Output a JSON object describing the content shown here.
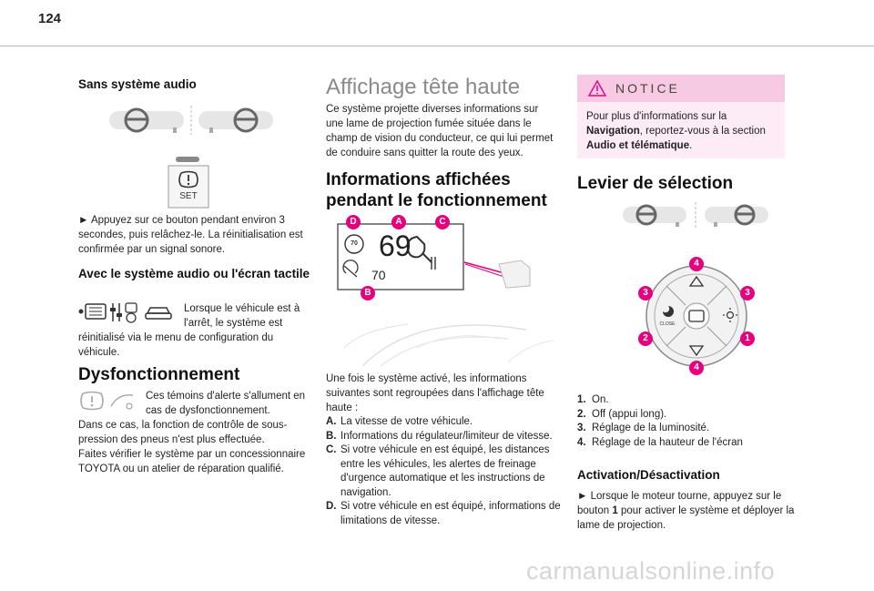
{
  "page": {
    "number": "124",
    "watermark": "carmanualsonline.info"
  },
  "col1": {
    "h_sans_audio": "Sans système audio",
    "set_label": "SET",
    "p_appuyez": "► Appuyez sur ce bouton pendant environ 3 secondes, puis relâchez-le. La réinitialisation est confirmée par un signal sonore.",
    "h_avec_audio": "Avec le système audio ou l'écran tactile",
    "p_lorsque_1": "Lorsque le véhicule est à l'arrêt, le système est",
    "p_lorsque_2": "réinitialisé via le menu de configuration du véhicule.",
    "h_dysf": "Dysfonctionnement",
    "p_temoins": "Ces témoins d'alerte s'allument en cas de dysfonctionnement.",
    "p_dans_ce_cas": "Dans ce cas, la fonction de contrôle de sous-pression des pneus n'est plus effectuée.",
    "p_faites": "Faites vérifier le système par un concessionnaire TOYOTA ou un atelier de réparation qualifié."
  },
  "col2": {
    "h_affichage": "Affichage tête haute",
    "p_intro": "Ce système projette diverses informations sur une lame de projection fumée située dans le champ de vision du conducteur, ce qui lui permet de conduire sans quitter la route des yeux.",
    "h_infos": "Informations affichées pendant le fonctionnement",
    "hud": {
      "speed": "69",
      "sign": "70",
      "limit": "70",
      "labels": [
        "D",
        "A",
        "C",
        "B"
      ]
    },
    "p_une_fois": "Une fois le système activé, les informations suivantes sont regroupées dans l'affichage tête haute :",
    "items": [
      {
        "k": "A.",
        "v": "La vitesse de votre véhicule."
      },
      {
        "k": "B.",
        "v": "Informations du régulateur/limiteur de vitesse."
      },
      {
        "k": "C.",
        "v": "Si votre véhicule en est équipé, les distances entre les véhicules, les alertes de freinage d'urgence automatique et les instructions de navigation."
      },
      {
        "k": "D.",
        "v": "Si votre véhicule en est équipé, informations de limitations de vitesse."
      }
    ]
  },
  "col3": {
    "notice_title": "NOTICE",
    "notice_t1": "Pour plus d'informations sur la ",
    "notice_b1": "Navigation",
    "notice_t2": ", reportez-vous à la section ",
    "notice_b2": "Audio et télématique",
    "notice_t3": ".",
    "h_levier": "Levier de sélection",
    "pad": {
      "close_label": "CLOSE",
      "numbers": [
        "4",
        "3",
        "3",
        "2",
        "1",
        "4"
      ]
    },
    "items": [
      {
        "k": "1.",
        "v": "On."
      },
      {
        "k": "2.",
        "v": "Off (appui long)."
      },
      {
        "k": "3.",
        "v": "Réglage de la luminosité."
      },
      {
        "k": "4.",
        "v": "Réglage de la hauteur de l'écran"
      }
    ],
    "h_activation": "Activation/Désactivation",
    "p_act_1": "► Lorsque le moteur tourne, appuyez sur le bouton ",
    "p_act_b": "1",
    "p_act_2": " pour activer le système et déployer la lame de projection."
  },
  "colors": {
    "accent_pink": "#e6007e",
    "notice_bg": "#fdebf5",
    "notice_head": "#f8c9e2"
  }
}
